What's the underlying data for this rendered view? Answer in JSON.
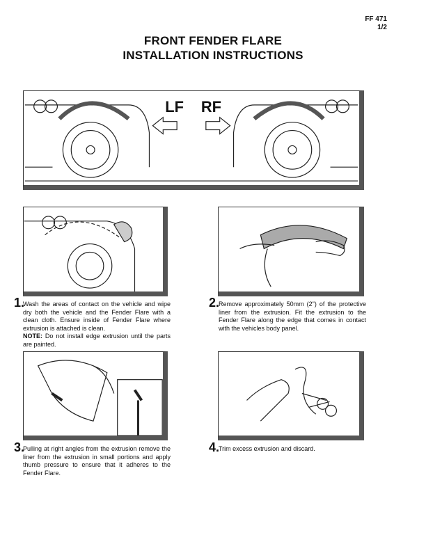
{
  "header": {
    "code": "FF 471",
    "page": "1/2",
    "title_line1": "FRONT FENDER FLARE",
    "title_line2": "INSTALLATION INSTRUCTIONS"
  },
  "overview": {
    "left_label": "LF",
    "right_label": "RF"
  },
  "steps": [
    {
      "number": "1.",
      "text": "Wash the areas of contact on the vehicle and wipe dry both the vehicle and the Fender Flare with a clean cloth. Ensure inside of Fender Flare where extrusion is attached is clean.",
      "note_label": "NOTE:",
      "note_text": " Do not install edge extrusion until the parts are painted."
    },
    {
      "number": "2.",
      "text": "Remove approximately 50mm (2\") of the protective liner from the extrusion. Fit the extrusion to the Fender Flare along the edge that comes in contact with the vehicles body panel."
    },
    {
      "number": "3.",
      "text": "Pulling at right angles from the extrusion remove the liner from the extrusion in small portions and apply thumb pressure to ensure that it adheres to the Fender Flare."
    },
    {
      "number": "4.",
      "text": "Trim excess extrusion and discard."
    }
  ]
}
